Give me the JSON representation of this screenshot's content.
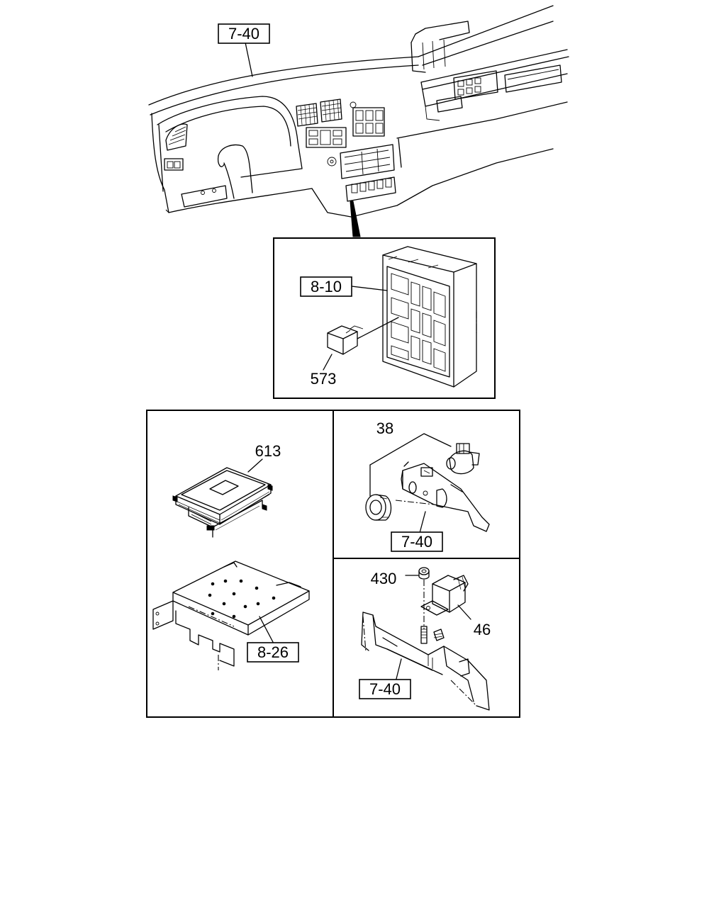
{
  "callouts": {
    "dash_ref": "7-40",
    "relay_box_ref": "8-10",
    "relay_part": "573",
    "ecu_part": "613",
    "bracket_ref": "8-26",
    "sensor_part": "38",
    "sensor_bracket_ref": "7-40",
    "nut_part": "430",
    "relay2_part": "46",
    "relay2_bracket_ref": "7-40"
  }
}
